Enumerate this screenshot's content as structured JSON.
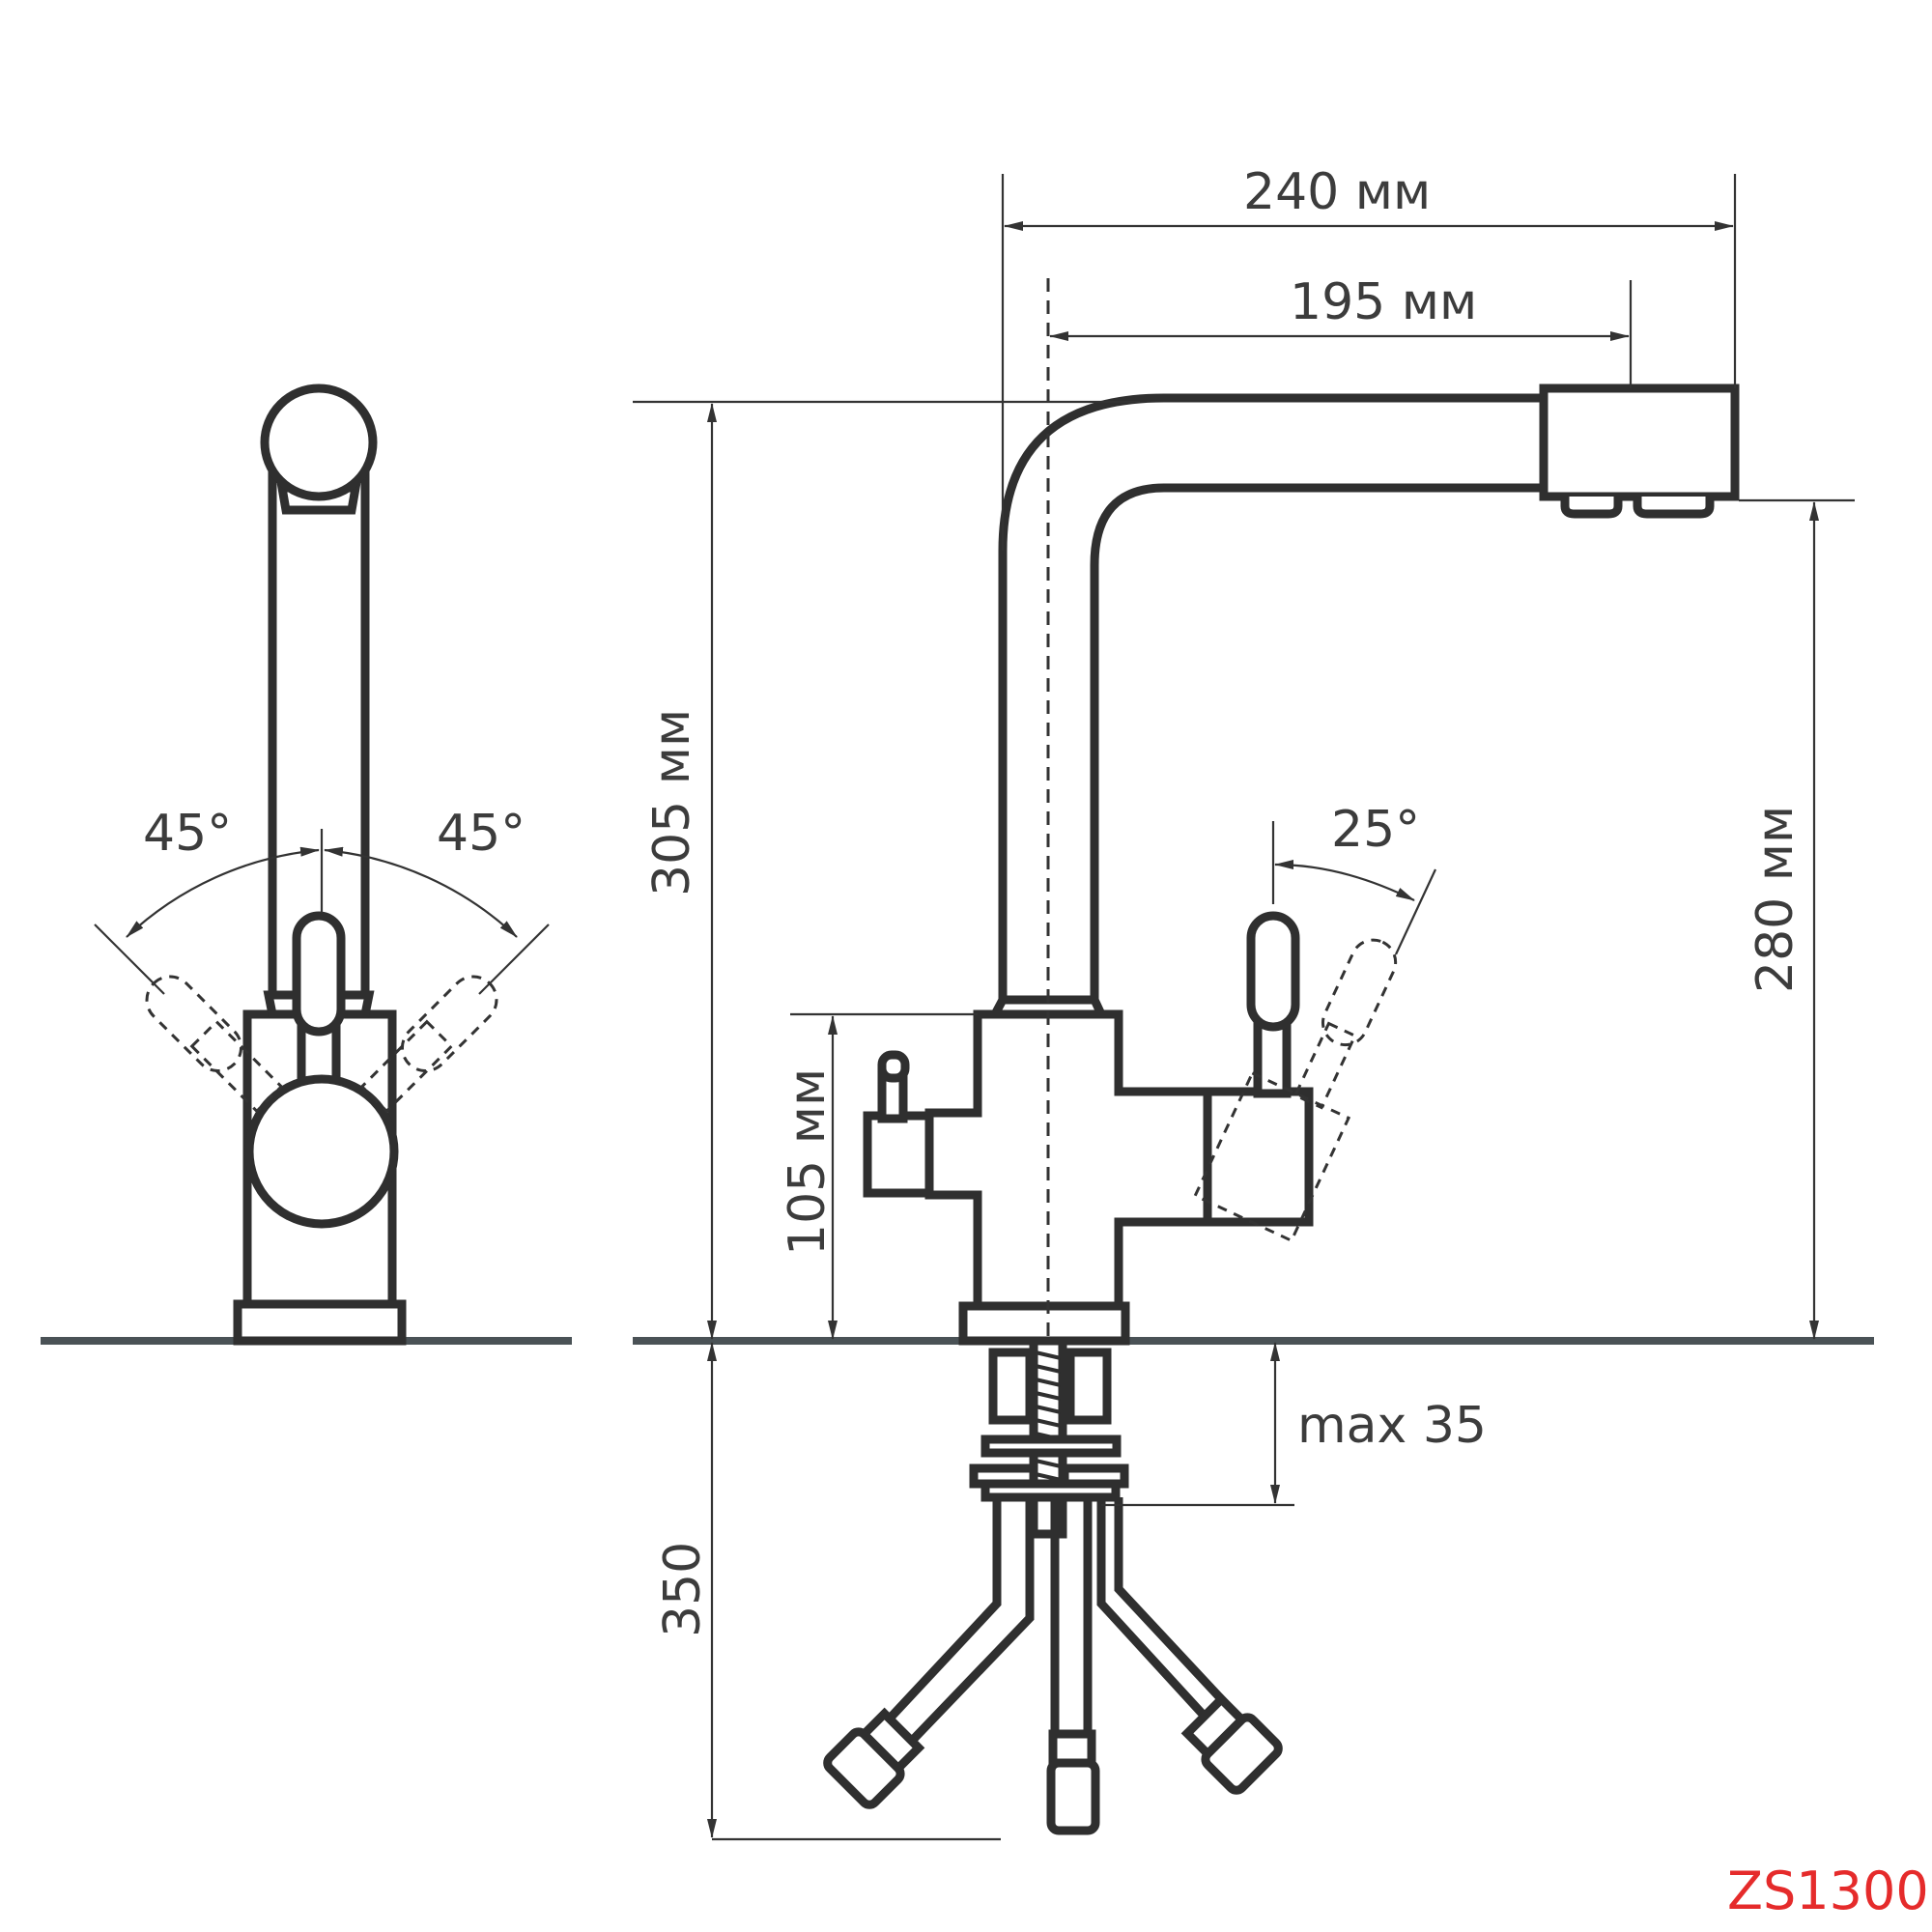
{
  "drawing": {
    "dimensions": {
      "total_reach": "240 мм",
      "spout_reach": "195 мм",
      "total_height": "305 мм",
      "spout_height": "280 мм",
      "handle_height": "105 мм",
      "countertop_max": "max 35",
      "hose_length": "350"
    },
    "angles": {
      "left_rotation": "45°",
      "right_rotation": "45°",
      "filter_lever": "25°"
    },
    "model_code": "ZS1300"
  },
  "colors": {
    "outline": "#2f2f2f",
    "dimension_line": "#333333",
    "countertop": "#4a5256",
    "model_code": "#e52b2b"
  }
}
